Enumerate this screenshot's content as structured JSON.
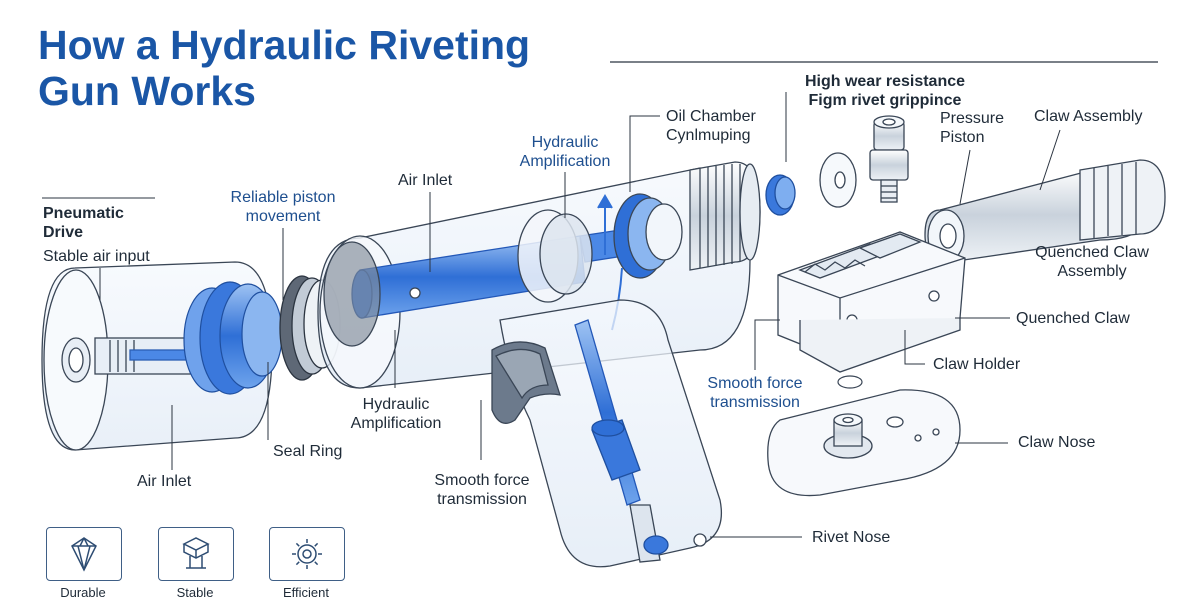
{
  "title": {
    "line1": "How a Hydraulic Riveting",
    "line2": "Gun Works"
  },
  "labels": {
    "pneumatic_drive": {
      "line1": "Pneumatic",
      "line2": "Drive"
    },
    "stable_air_input": "Stable air input",
    "air_inlet_left": "Air Inlet",
    "seal_ring": "Seal Ring",
    "reliable_piston": {
      "line1": "Reliable piston",
      "line2": "movement"
    },
    "air_inlet_top": "Air Inlet",
    "hydraulic_amp_top": {
      "line1": "Hydraulic",
      "line2": "Amplification"
    },
    "hydraulic_amp_bottom": {
      "line1": "Hydraulic",
      "line2": "Amplification"
    },
    "oil_chamber": {
      "line1": "Oil Chamber",
      "line2": "Cynlmuping"
    },
    "wear_resistance": {
      "line1": "High wear resistance",
      "line2": "Figm rivet grippince"
    },
    "pressure_piston": {
      "line1": "Pressure",
      "line2": "Piston"
    },
    "claw_assembly": "Claw Assembly",
    "quenched_claw_assembly": {
      "line1": "Quenched Claw",
      "line2": "Assembly"
    },
    "quenched_claw": "Quenched Claw",
    "claw_holder": "Claw Holder",
    "smooth_force_right": {
      "line1": "Smooth force",
      "line2": "transmission"
    },
    "smooth_force_center": {
      "line1": "Smooth force",
      "line2": "transmission"
    },
    "claw_nose": "Claw Nose",
    "rivet_nose": "Rivet Nose"
  },
  "badges": [
    {
      "label": "Durable",
      "icon": "shield-diamond-icon"
    },
    {
      "label": "Stable",
      "icon": "cube-stand-icon"
    },
    {
      "label": "Efficient",
      "icon": "gear-icon"
    }
  ],
  "colors": {
    "title": "#1a56a6",
    "accent_blue": "#3b7de0",
    "line": "#2b3440"
  }
}
